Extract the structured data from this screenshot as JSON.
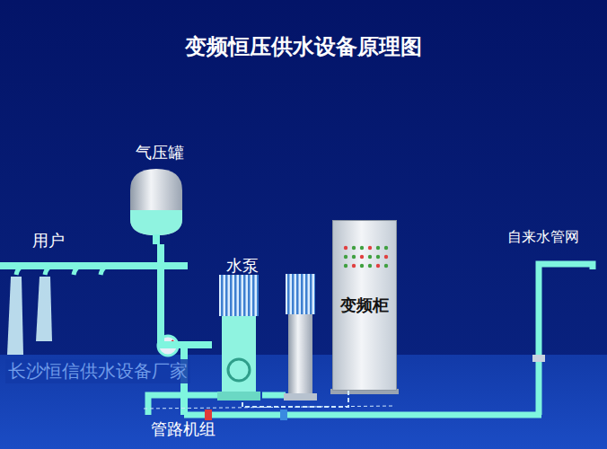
{
  "diagram": {
    "title": "变频恒压供水设备原理图",
    "nodes": [
      {
        "text": [
          "气压罐"
        ]
      },
      {
        "text": [
          "水泵"
        ]
      },
      {
        "text": [
          "变频柜"
        ]
      }
    ],
    "edges": [
      {
        "from": 1,
        "to": 0,
        "arrow": "none"
      },
      {
        "from": 2,
        "to": 1,
        "arrow": "none"
      }
    ],
    "labels": [
      "用户",
      "自来水管网",
      "管路机组",
      "长沙恒信供水设备厂家"
    ]
  }
}
